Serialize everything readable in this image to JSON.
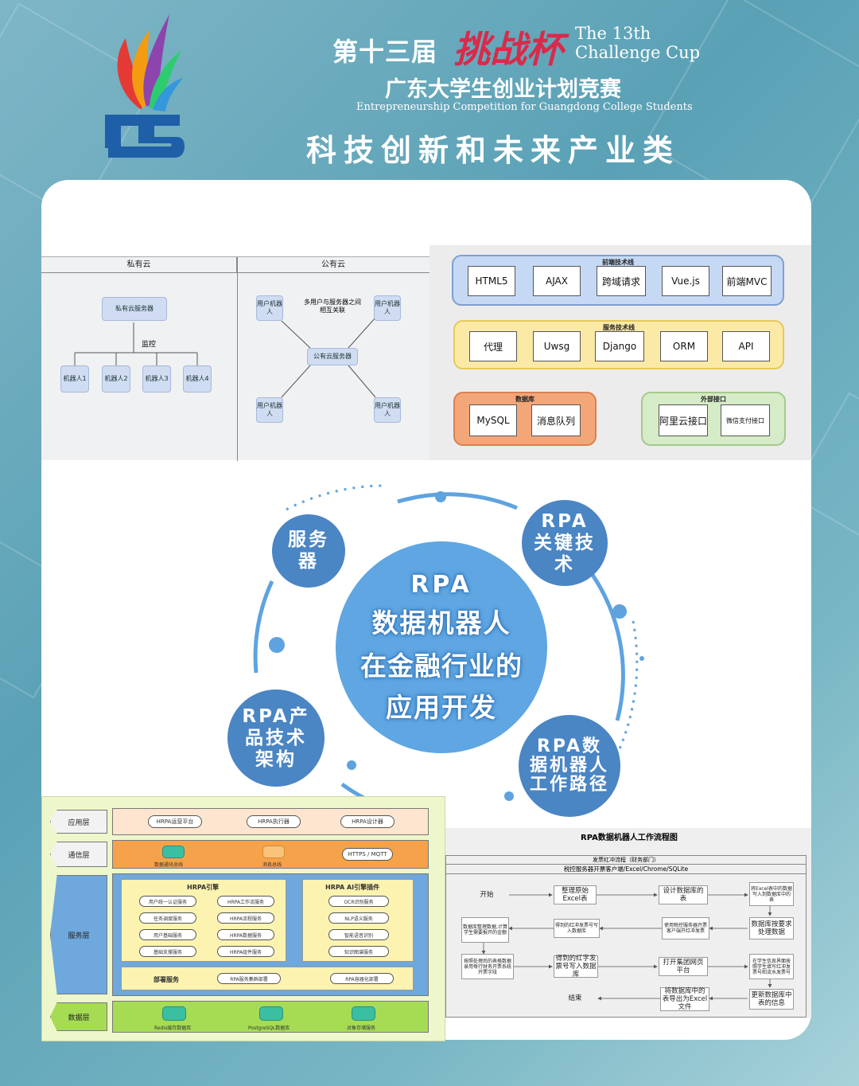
{
  "header": {
    "line1": "第十三届",
    "cup_name": "挑战杯",
    "cup_en_1": "The 13th",
    "cup_en_2": "Challenge Cup",
    "subtitle": "广东大学生创业计划竞赛",
    "subtitle_en": "Entrepreneurship Competition for Guangdong College Students",
    "category": "科技创新和未来产业类"
  },
  "cloud": {
    "private_title": "私有云",
    "public_title": "公有云",
    "private_server": "私有云服务器",
    "monitor": "监控",
    "robots": [
      "机器人1",
      "机器人2",
      "机器人3",
      "机器人4"
    ],
    "user_robot": "用户机器人",
    "relation_note": "多用户与服务器之间相互关联",
    "public_server": "公有云服务器"
  },
  "tech": {
    "frontend": {
      "title": "前端技术线",
      "items": [
        "HTML5",
        "AJAX",
        "跨域请求",
        "Vue.js",
        "前端MVC"
      ]
    },
    "service": {
      "title": "服务技术线",
      "items": [
        "代理",
        "Uwsg",
        "Django",
        "ORM",
        "API"
      ]
    },
    "database": {
      "title": "数据库",
      "items": [
        "MySQL",
        "消息队列"
      ]
    },
    "external": {
      "title": "外部接口",
      "items": [
        "阿里云接口",
        "微信支付接口"
      ]
    }
  },
  "center": {
    "main_l1": "RPA",
    "main_l2": "数据机器人",
    "main_l3": "在金融行业的",
    "main_l4": "应用开发",
    "nodes": {
      "server": "服务器",
      "key_tech": "RPA关键技术",
      "arch": "RPA产品技术架构",
      "path": "RPA数据机器人工作路径"
    }
  },
  "arch": {
    "layers": {
      "app": "应用层",
      "comm": "通信层",
      "service": "服务层",
      "data": "数据层"
    },
    "app_pills": [
      "HRPA运营平台",
      "HRPA执行器",
      "HRPA设计器"
    ],
    "comm_left": "数据通讯总线",
    "comm_mid": "消息总线",
    "comm_right": "HTTPS / MQTT",
    "engine_title": "HRPA引擎",
    "ai_title": "HRPA AI引擎插件",
    "engine_pills": [
      "用户统一认证服务",
      "HRPA工作流服务",
      "任务调度服务",
      "HRPA流程服务",
      "用户基础服务",
      "HRPA数据服务",
      "基础支撑服务",
      "HRPA组件服务"
    ],
    "ai_pills": [
      "OCR识别服务",
      "NLP语义服务",
      "智能语音识别",
      "知识图谱服务"
    ],
    "deploy_title": "部署服务",
    "deploy_pills": [
      "RPA服务集群部署",
      "RPA容器化部署"
    ],
    "data_items": [
      "Redis缓存数据库",
      "PostgreSQL数据库",
      "对象存储服务"
    ]
  },
  "flow": {
    "title": "RPA数据机器人工作流程图",
    "sub1": "发票红冲流程（财务部门）",
    "sub2": "税控服务器开票客户端/Excel/Chrome/SQLite",
    "boxes": {
      "start": "开始",
      "open_excel": "整理原始Excel表",
      "design_table": "设计数据库的表",
      "excel_to_db": "将Excel表中的数据写入到数据库中的表",
      "db_query": "数据库按要求处理数据",
      "get_red": "使用税控服务器开票客户端开红冲发票",
      "get_code": "得到的红冲发票号写入数据库",
      "calc_sum": "数据库整理数据,计算学生需要报开的金额",
      "query_result": "按照处理后的表格数据录用每行财务开票系统开票字段",
      "got_red": "得到的红字发票号写入数据库",
      "open_site": "打开集团网页平台",
      "fill_system": "在学生信息界面按照学生填写红冲发票号和流水发票号",
      "update_db": "更新数据库中表的信息",
      "export": "将数据库中的表导出为Excel文件",
      "end": "结束"
    }
  }
}
